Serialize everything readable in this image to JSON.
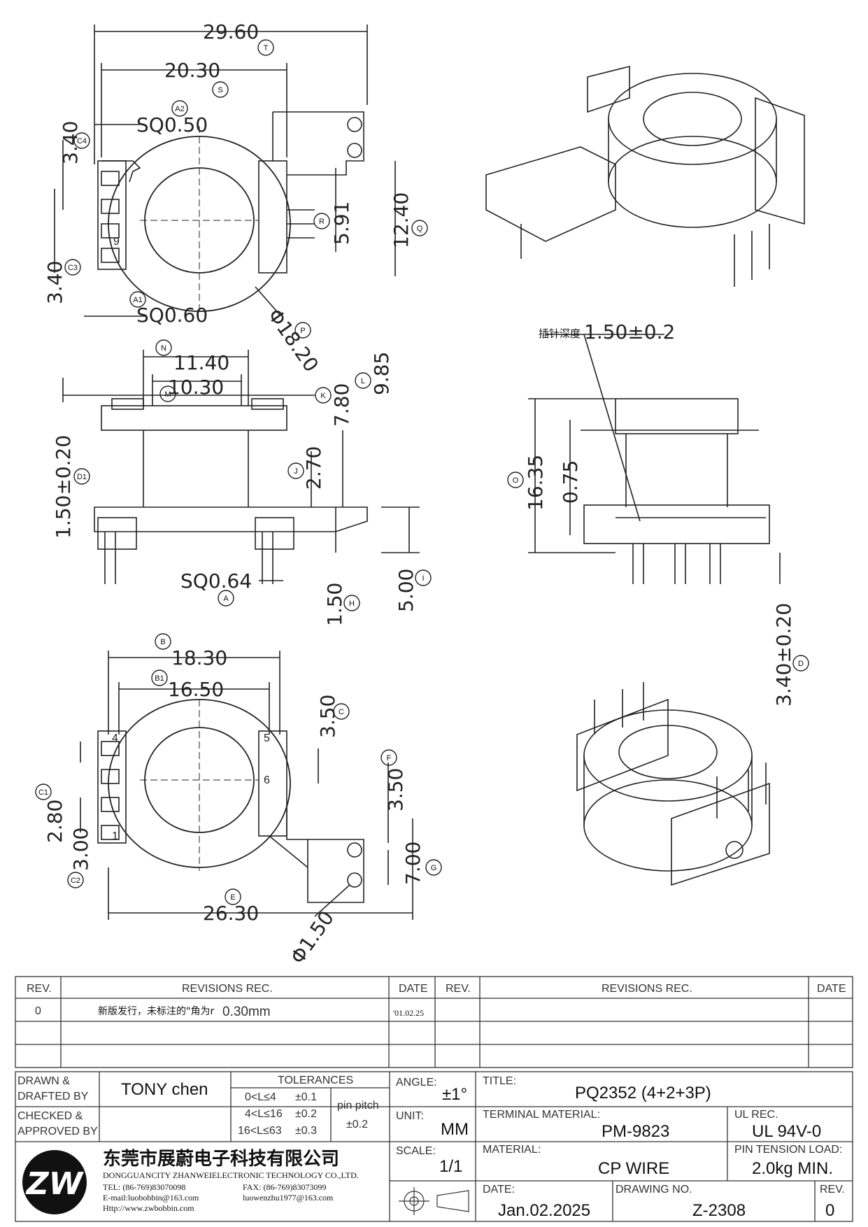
{
  "views": {
    "top": {
      "dims": {
        "t": "29.60",
        "s": "20.30",
        "a2": "SQ0.50",
        "c4": "3.40",
        "c3": "3.40",
        "a1": "SQ0.60",
        "r": "5.91",
        "q": "12.40",
        "p": "Φ18.20"
      },
      "markers": {
        "t": "T",
        "s": "S",
        "a2": "A2",
        "c4": "C4",
        "c3": "C3",
        "a1": "A1",
        "r": "R",
        "q": "Q",
        "p": "P"
      },
      "pin_label": "9"
    },
    "front": {
      "dims": {
        "n": "11.40",
        "m": "10.30",
        "k": "7.80",
        "l": "9.85",
        "d1": "1.50±0.20",
        "j": "2.70",
        "a": "SQ0.64",
        "h": "1.50",
        "i": "5.00"
      },
      "markers": {
        "n": "N",
        "m": "M",
        "k": "K",
        "l": "L",
        "d1": "D1",
        "j": "J",
        "a": "A",
        "h": "H",
        "i": "I"
      }
    },
    "side": {
      "note_cn": "插针深度",
      "note_val": "1.50±0.2",
      "dims": {
        "o": "16.35",
        "half": "0.75",
        "d": "3.40±0.20"
      },
      "markers": {
        "o": "O",
        "d": "D"
      }
    },
    "bottom": {
      "dims": {
        "b": "18.30",
        "b1": "16.50",
        "c": "3.50",
        "f": "3.50",
        "c1": "2.80",
        "c2": "3.00",
        "e": "26.30",
        "g": "7.00",
        "hole": "Φ1.50"
      },
      "markers": {
        "b": "B",
        "b1": "B1",
        "c": "C",
        "f": "F",
        "c1": "C1",
        "c2": "C2",
        "e": "E",
        "g": "G"
      },
      "pin_labels": [
        "4",
        "5",
        "6",
        "1"
      ]
    }
  },
  "revisions": {
    "headers": {
      "rev": "REV.",
      "rec": "REVISIONS   REC.",
      "date": "DATE"
    },
    "rows": [
      {
        "rev": "0",
        "rec_cn": "新版发行，未标注的\"角为r",
        "rec_val": "0.30mm",
        "date": "'01.02.25"
      }
    ]
  },
  "title_block": {
    "drawn_label1": "DRAWN &",
    "drawn_label2": "DRAFTED BY",
    "drawn_value": "TONY chen",
    "checked_label1": "CHECKED &",
    "checked_label2": "APPROVED BY",
    "tolerances_label": "TOLERANCES",
    "tol_rows": [
      {
        "range": "0<L≤4",
        "val": "±0.1"
      },
      {
        "range": "4<L≤16",
        "val": "±0.2"
      },
      {
        "range": "16<L≤63",
        "val": "±0.3"
      }
    ],
    "pin_pitch_label": "pin  pitch",
    "pin_pitch_val": "±0.2",
    "angle_label": "ANGLE:",
    "angle_val": "±1°",
    "unit_label": "UNIT:",
    "unit_val": "MM",
    "scale_label": "SCALE:",
    "scale_val": "1/1",
    "title_label": "TITLE:",
    "title_val": "PQ2352 (4+2+3P)",
    "terminal_label": "TERMINAL MATERIAL:",
    "terminal_val": "PM-9823",
    "ul_label": "UL REC.",
    "ul_val": "UL 94V-0",
    "material_label": "MATERIAL:",
    "material_val": "CP  WIRE",
    "pin_tension_label": "PIN TENSION LOAD:",
    "pin_tension_val": "2.0kg  MIN.",
    "date_label": "DATE:",
    "date_val": "Jan.02.2025",
    "drawing_no_label": "DRAWING NO.",
    "drawing_no_val": "Z-2308",
    "rev_label": "REV.",
    "rev_val": "0",
    "company_cn": "东莞市展蔚电子科技有限公司",
    "company_en": "DONGGUANCITY ZHANWEIELECTRONIC TECHNOLOGY CO.,LTD.",
    "tel": "TEL: (86-769)83070098",
    "fax": "FAX: (86-769)83073099",
    "email1": "E-mail:luobobbin@163.com",
    "email2": "luowenzhu1977@163.com",
    "web": "Http://www.zwbobbin.com",
    "logo_text": "ZW"
  }
}
